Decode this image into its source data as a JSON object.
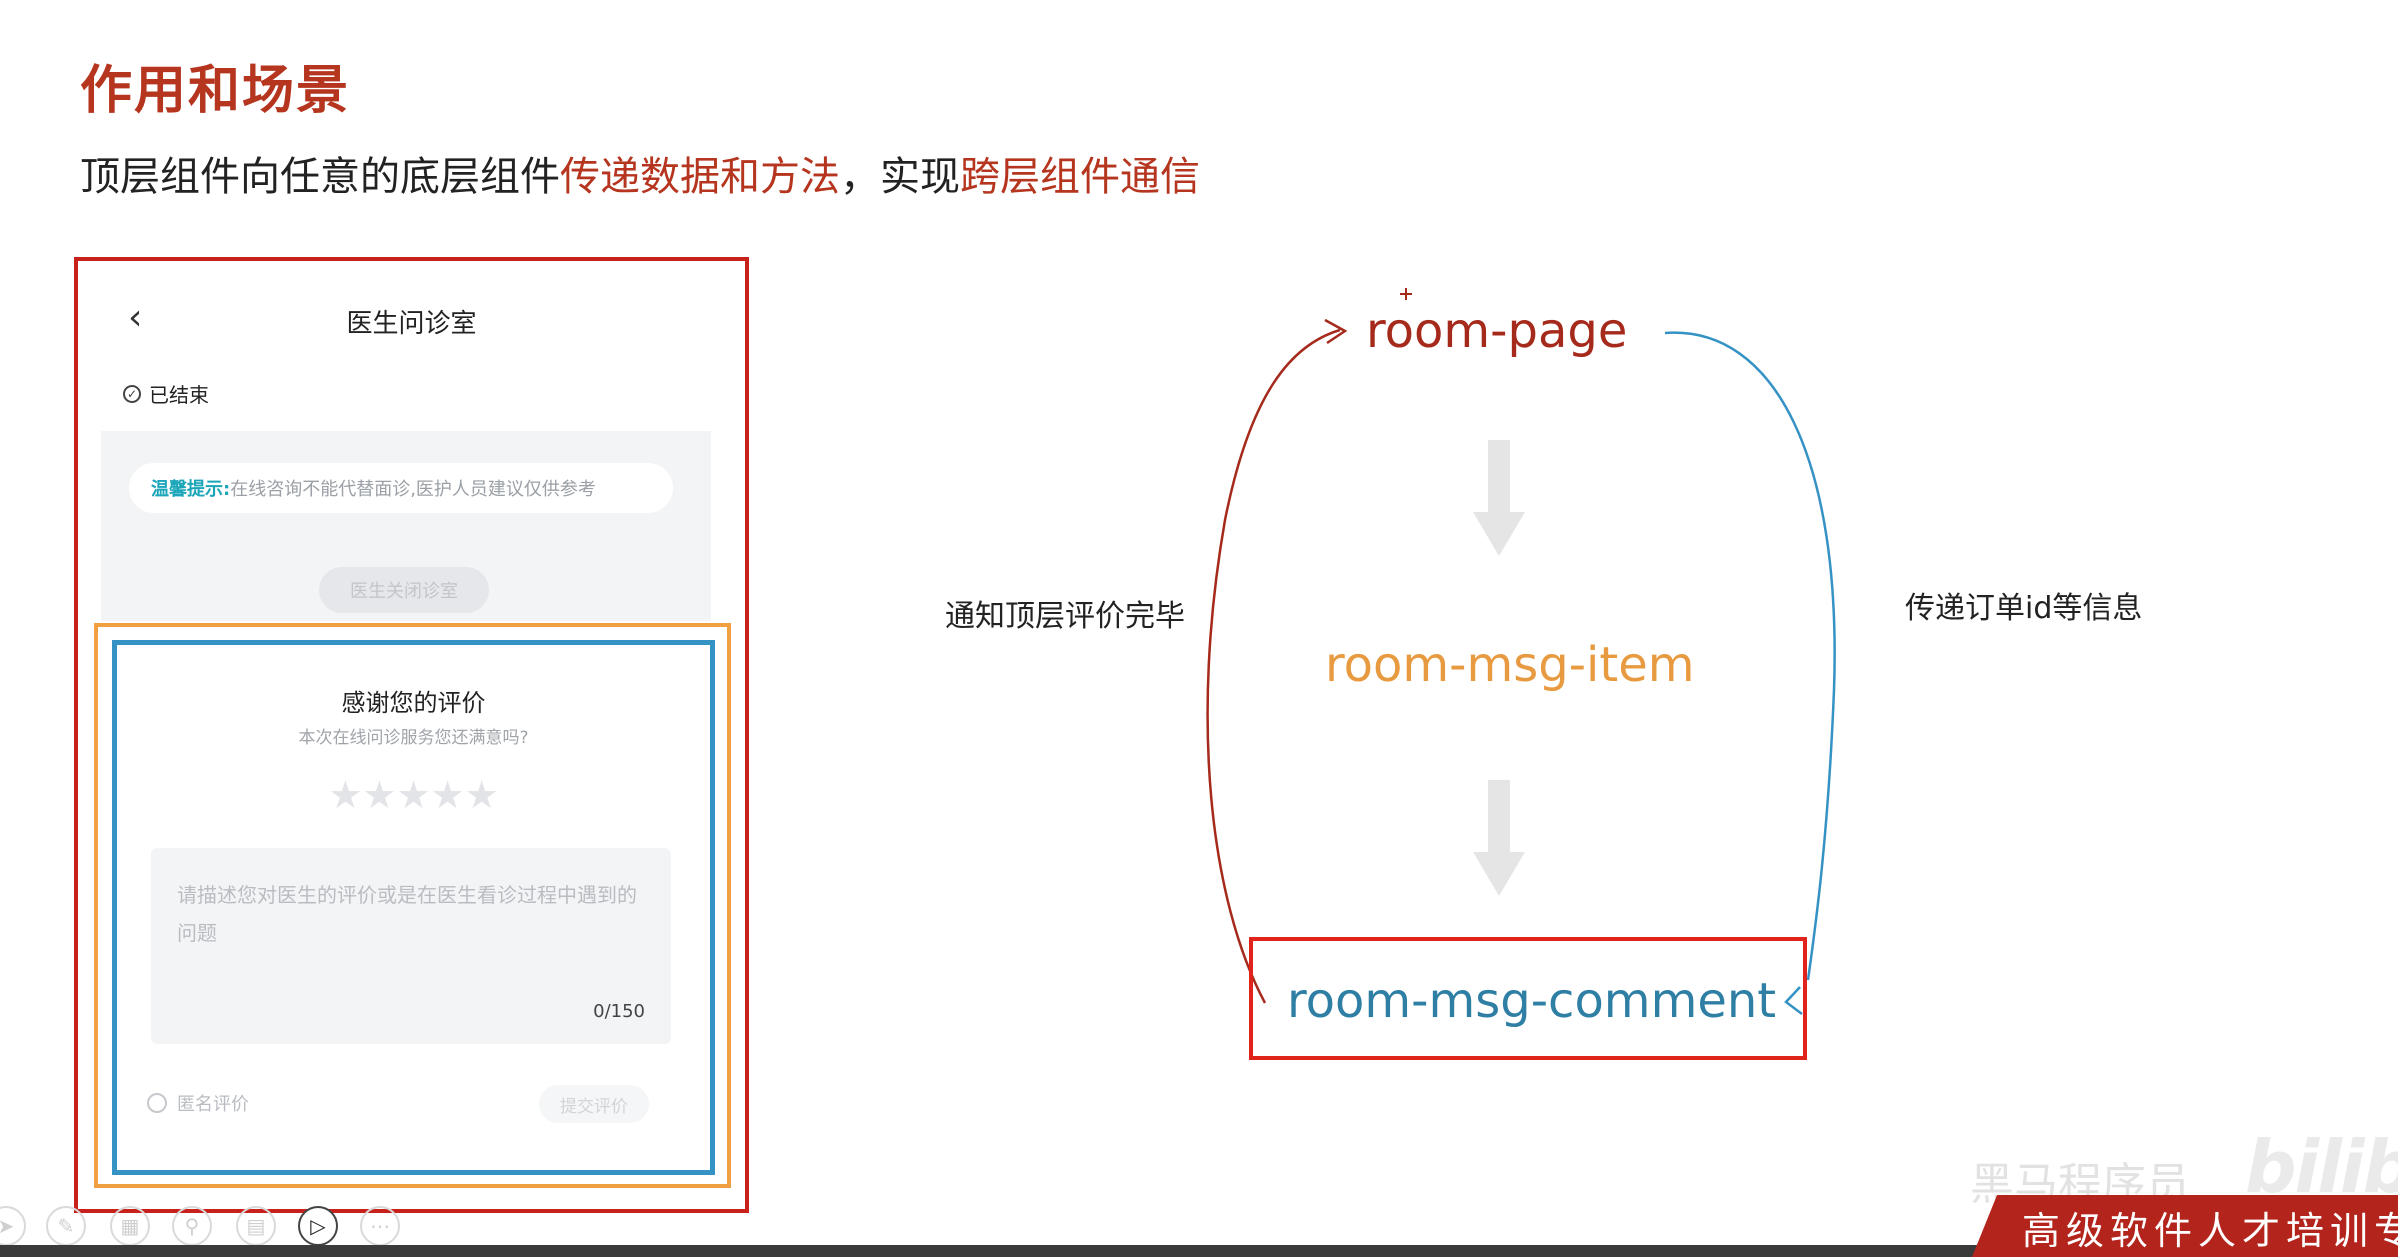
{
  "slide": {
    "title": "作用和场景",
    "subtitle_prefix": "顶层组件向任意的底层组件",
    "subtitle_hl1": "传递数据和方法",
    "subtitle_mid": "，实现",
    "subtitle_hl2": "跨层组件通信"
  },
  "phone": {
    "back_icon": "chevron-left",
    "header_title": "医生问诊室",
    "status_text": "已结束",
    "tip_label": "温馨提示:",
    "tip_text": "在线咨询不能代替面诊,医护人员建议仅供参考",
    "close_button": "医生关闭诊室",
    "rating_title": "感谢您的评价",
    "rating_subtitle": "本次在线问诊服务您还满意吗?",
    "stars": "★★★★★",
    "comment_placeholder": "请描述您对医生的评价或是在医生看诊过程中遇到的问题",
    "comment_count": "0/150",
    "anonymous_label": "匿名评价",
    "submit_button": "提交评价"
  },
  "diagram": {
    "node_top": "room-page",
    "node_middle": "room-msg-item",
    "node_bottom": "room-msg-comment",
    "left_label": "通知顶层评价完毕",
    "right_label": "传递订单id等信息",
    "colors": {
      "top": "#a52a1c",
      "middle": "#e89a40",
      "bottom": "#2f7fa5",
      "left_arrow": "#a52a1c",
      "right_arrow": "#3592c4"
    }
  },
  "overlay": {
    "watermark": "黑马程序员",
    "bili_logo": "bilibili",
    "banner_text": "高级软件人才培训专"
  }
}
